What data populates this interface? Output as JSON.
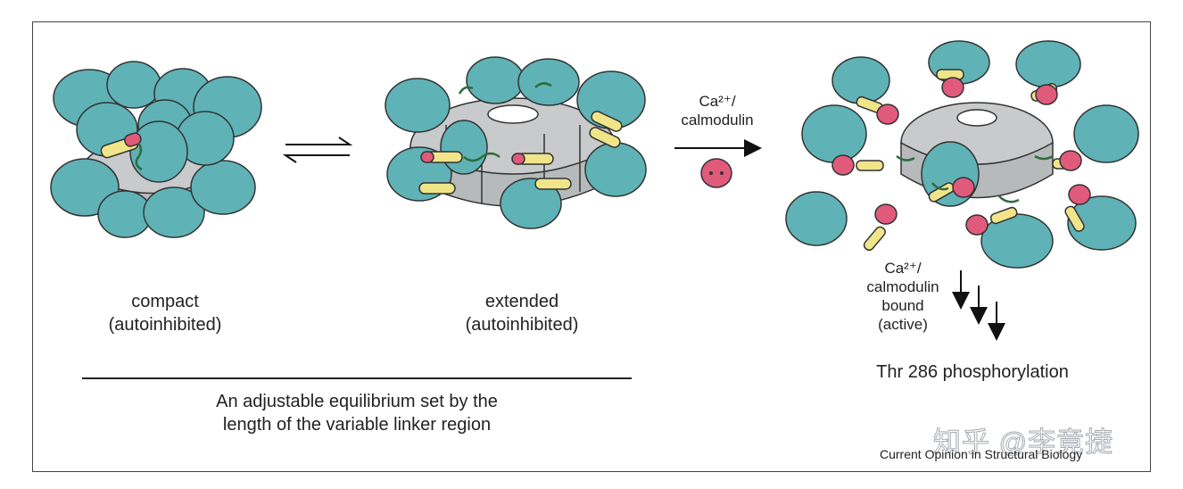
{
  "labels": {
    "compact": "compact",
    "compact_sub": "(autoinhibited)",
    "extended": "extended",
    "extended_sub": "(autoinhibited)",
    "arrow_ca_line1": "Ca²⁺/",
    "arrow_ca_line2": "calmodulin",
    "bound_line1": "Ca²⁺/",
    "bound_line2": "calmodulin",
    "bound_line3": "bound",
    "bound_line4": "(active)",
    "phospho": "Thr 286 phosphorylation",
    "equilibrium_line1": "An adjustable equilibrium set by the",
    "equilibrium_line2": "length of the variable linker region"
  },
  "credit": "Current Opinion in Structural Biology",
  "watermark": "知乎 @李竟捷",
  "colors": {
    "kinase_teal": "#5fb2b6",
    "hub_gray": "#c8cacb",
    "regulatory_yellow": "#f1e58a",
    "calmodulin_pink": "#e05a7c",
    "linker_green": "#2f6b3e"
  }
}
